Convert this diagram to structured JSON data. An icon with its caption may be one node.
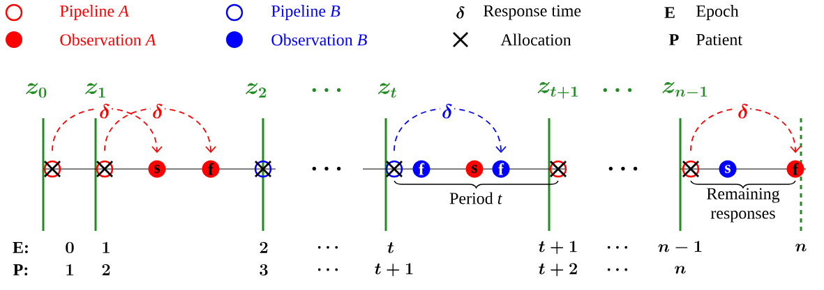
{
  "diagram": {
    "nodes": [
      {
        "text": [],
        "shape": "circle"
      },
      {
        "text": [],
        "shape": "circle"
      },
      {
        "text": [
          "s"
        ]
      },
      {
        "text": [
          "f"
        ]
      },
      {
        "text": [],
        "shape": "circle"
      },
      {
        "text": [],
        "shape": "circle"
      },
      {
        "text": [
          "f"
        ]
      },
      {
        "text": [
          "s"
        ]
      },
      {
        "text": [
          "f"
        ]
      },
      {
        "text": [],
        "shape": "circle"
      },
      {
        "text": [],
        "shape": "circle"
      },
      {
        "text": [
          "s"
        ]
      },
      {
        "text": [
          "f"
        ]
      }
    ],
    "edges": [
      {
        "from": 0,
        "to": 2,
        "arrow": "to",
        "label": "\\delta",
        "style": "dashed"
      },
      {
        "from": 1,
        "to": 3,
        "arrow": "to",
        "label": "\\delta",
        "style": "dashed"
      },
      {
        "from": 5,
        "to": 8,
        "arrow": "to",
        "label": "\\delta",
        "style": "dashed",
        "color": "#0000ff"
      },
      {
        "from": 10,
        "to": 12,
        "arrow": "to",
        "label": "\\delta",
        "style": "dashed"
      }
    ],
    "labels": [
      "\\delta",
      "E",
      "P",
      "z_{0}",
      "z_{1}",
      "z_{2}",
      "\\cdots",
      "z_{t}",
      "z_{t+1}",
      "\\cdots",
      "z_{n-1}",
      "\\cdots",
      "\\cdots",
      "Period *t*",
      "Remaining responses",
      "E:",
      "0",
      "1",
      "2",
      "\\cdots",
      "t",
      "t+1",
      "\\cdots",
      "n-1",
      "n",
      "P:",
      "1",
      "2",
      "3",
      "\\cdots",
      "t+1",
      "t+2",
      "\\cdots",
      "n"
    ],
    "legend": [
      {
        "text": "Pipeline *A*"
      },
      {
        "text": "Pipeline *B*"
      },
      {
        "text": "Response time"
      },
      {
        "text": "Epoch"
      },
      {
        "text": "Observation *A*",
        "color": "#ff0000"
      },
      {
        "text": "Observation *B*",
        "color": "#0000ff"
      },
      {
        "text": "Allocation"
      },
      {
        "text": "Patient"
      }
    ]
  }
}
